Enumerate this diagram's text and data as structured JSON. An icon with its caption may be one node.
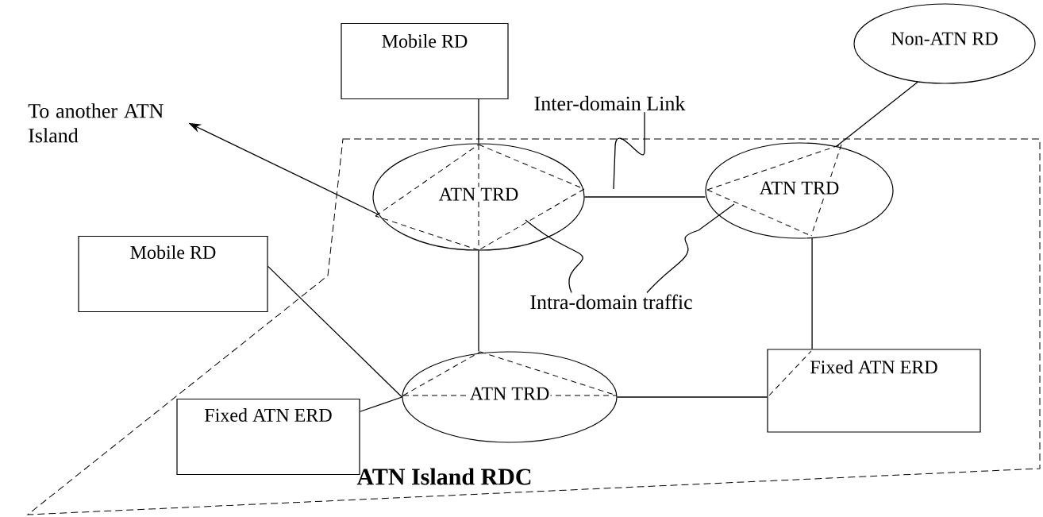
{
  "diagram": {
    "nodes": [
      {
        "text": [
          "ATN Island RDC"
        ]
      },
      {
        "text": [
          "Mobile RD"
        ]
      },
      {
        "text": [
          "Non-ATN RD"
        ]
      },
      {
        "text": [
          "To another ATN Island"
        ]
      },
      {
        "text": [
          "Inter-domain Link"
        ]
      },
      {
        "text": [
          "ATN TRD"
        ],
        "in": 0
      },
      {
        "text": [
          "ATN TRD"
        ],
        "in": 0
      },
      {
        "text": [
          "Mobile RD"
        ]
      },
      {
        "text": [
          "Intra-domain traffic"
        ],
        "in": 0
      },
      {
        "text": [
          "ATN TRD"
        ],
        "in": 0
      },
      {
        "text": [
          "Fixed ATN ERD"
        ],
        "in": 0
      },
      {
        "text": [
          "Fixed ATN ERD"
        ],
        "in": 0
      }
    ],
    "edges": [
      {
        "from": 1,
        "to": 5,
        "arrow": "none"
      },
      {
        "from": 2,
        "to": 6,
        "arrow": "none"
      },
      {
        "from": 5,
        "to": 6,
        "arrow": "none"
      },
      {
        "from": 5,
        "to": 3,
        "arrow": "to"
      },
      {
        "from": 5,
        "to": 9,
        "arrow": "none"
      },
      {
        "from": 6,
        "to": 10,
        "arrow": "none"
      },
      {
        "from": 7,
        "to": 9,
        "arrow": "none"
      },
      {
        "from": 11,
        "to": 9,
        "arrow": "none"
      },
      {
        "from": 9,
        "to": 10,
        "arrow": "none"
      },
      {
        "from": 4,
        "to": null,
        "arrow": "none"
      },
      {
        "from": 8,
        "to": 5,
        "arrow": "none"
      },
      {
        "from": 8,
        "to": 6,
        "arrow": "none"
      }
    ]
  }
}
